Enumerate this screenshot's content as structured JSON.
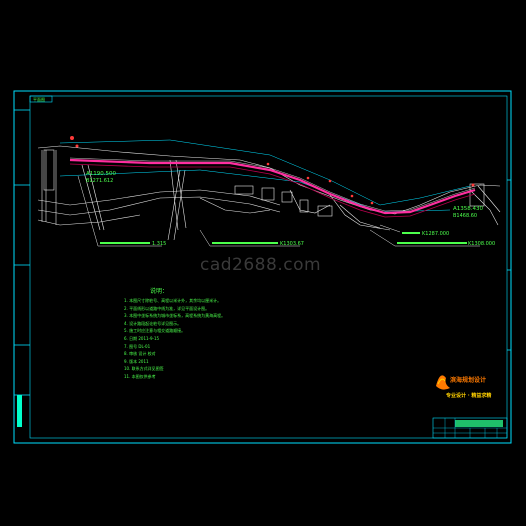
{
  "colors": {
    "background": "#000000",
    "frame": "#00e0ff",
    "text": "#4cff4c",
    "road": "#ff2fa0",
    "outline": "#ffffff",
    "logo": "#ff7a00"
  },
  "sheet_tag": "平面图",
  "labels": {
    "left_station": "A1190.500",
    "left_station_sub": "B1271.612",
    "right_station": "A1358.430",
    "right_station_sub": "B1468.60",
    "right_box": "K1287.000",
    "dim_left": "1.315",
    "dim_mid": "K1303.67",
    "dim_right": "K1308.000"
  },
  "notes": {
    "title": "说明：",
    "lines": [
      "1. 本图尺寸除桩号、高程以米计外，其余均以厘米计。",
      "2. 平面线形以道路中线为准，详见平面设计图。",
      "3. 本图中坐标系统为城市坐标系，高程系统为黄海高程。",
      "4. 设计路段起讫桩号详见图示。",
      "5. 施工时应注意与相交道路顺接。",
      "6. 日期 2011-9-15",
      "7. 图号 DL-01",
      "8. 审核 设计 校对",
      "9. 版本 2011",
      "10. 联系方式详见图签",
      "11. 本图仅供参考"
    ]
  },
  "logo": {
    "name": "滨海规划设计",
    "slogan": "专业设计 · 精益求精"
  },
  "watermark": "cad2688.com"
}
